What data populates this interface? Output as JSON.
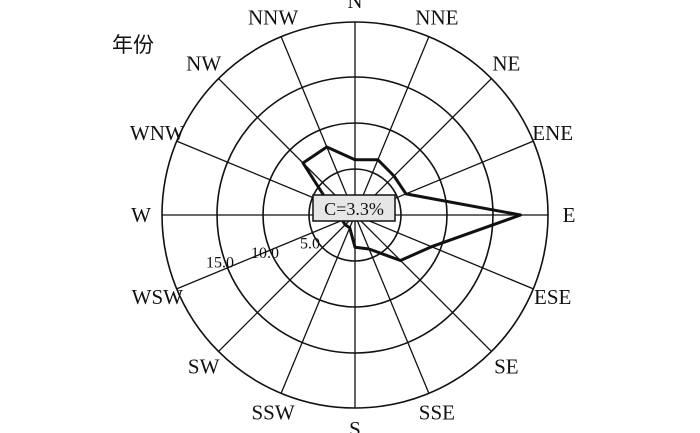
{
  "chart_data": {
    "type": "wind-rose",
    "title": "年份",
    "directions": [
      "N",
      "NNE",
      "NE",
      "ENE",
      "E",
      "ESE",
      "SE",
      "SSE",
      "S",
      "SSW",
      "SW",
      "WSW",
      "W",
      "WNW",
      "NW",
      "NNW"
    ],
    "values": [
      6.0,
      6.5,
      6.0,
      6.0,
      18.0,
      9.0,
      7.0,
      4.0,
      3.5,
      1.5,
      1.5,
      1.5,
      3.0,
      3.0,
      8.0,
      8.0
    ],
    "rings": [
      5,
      10,
      15,
      20
    ],
    "tick_labels": [
      "5.0",
      "10.0",
      "15.0"
    ],
    "calm_label": "C=3.3%",
    "grid": true
  }
}
